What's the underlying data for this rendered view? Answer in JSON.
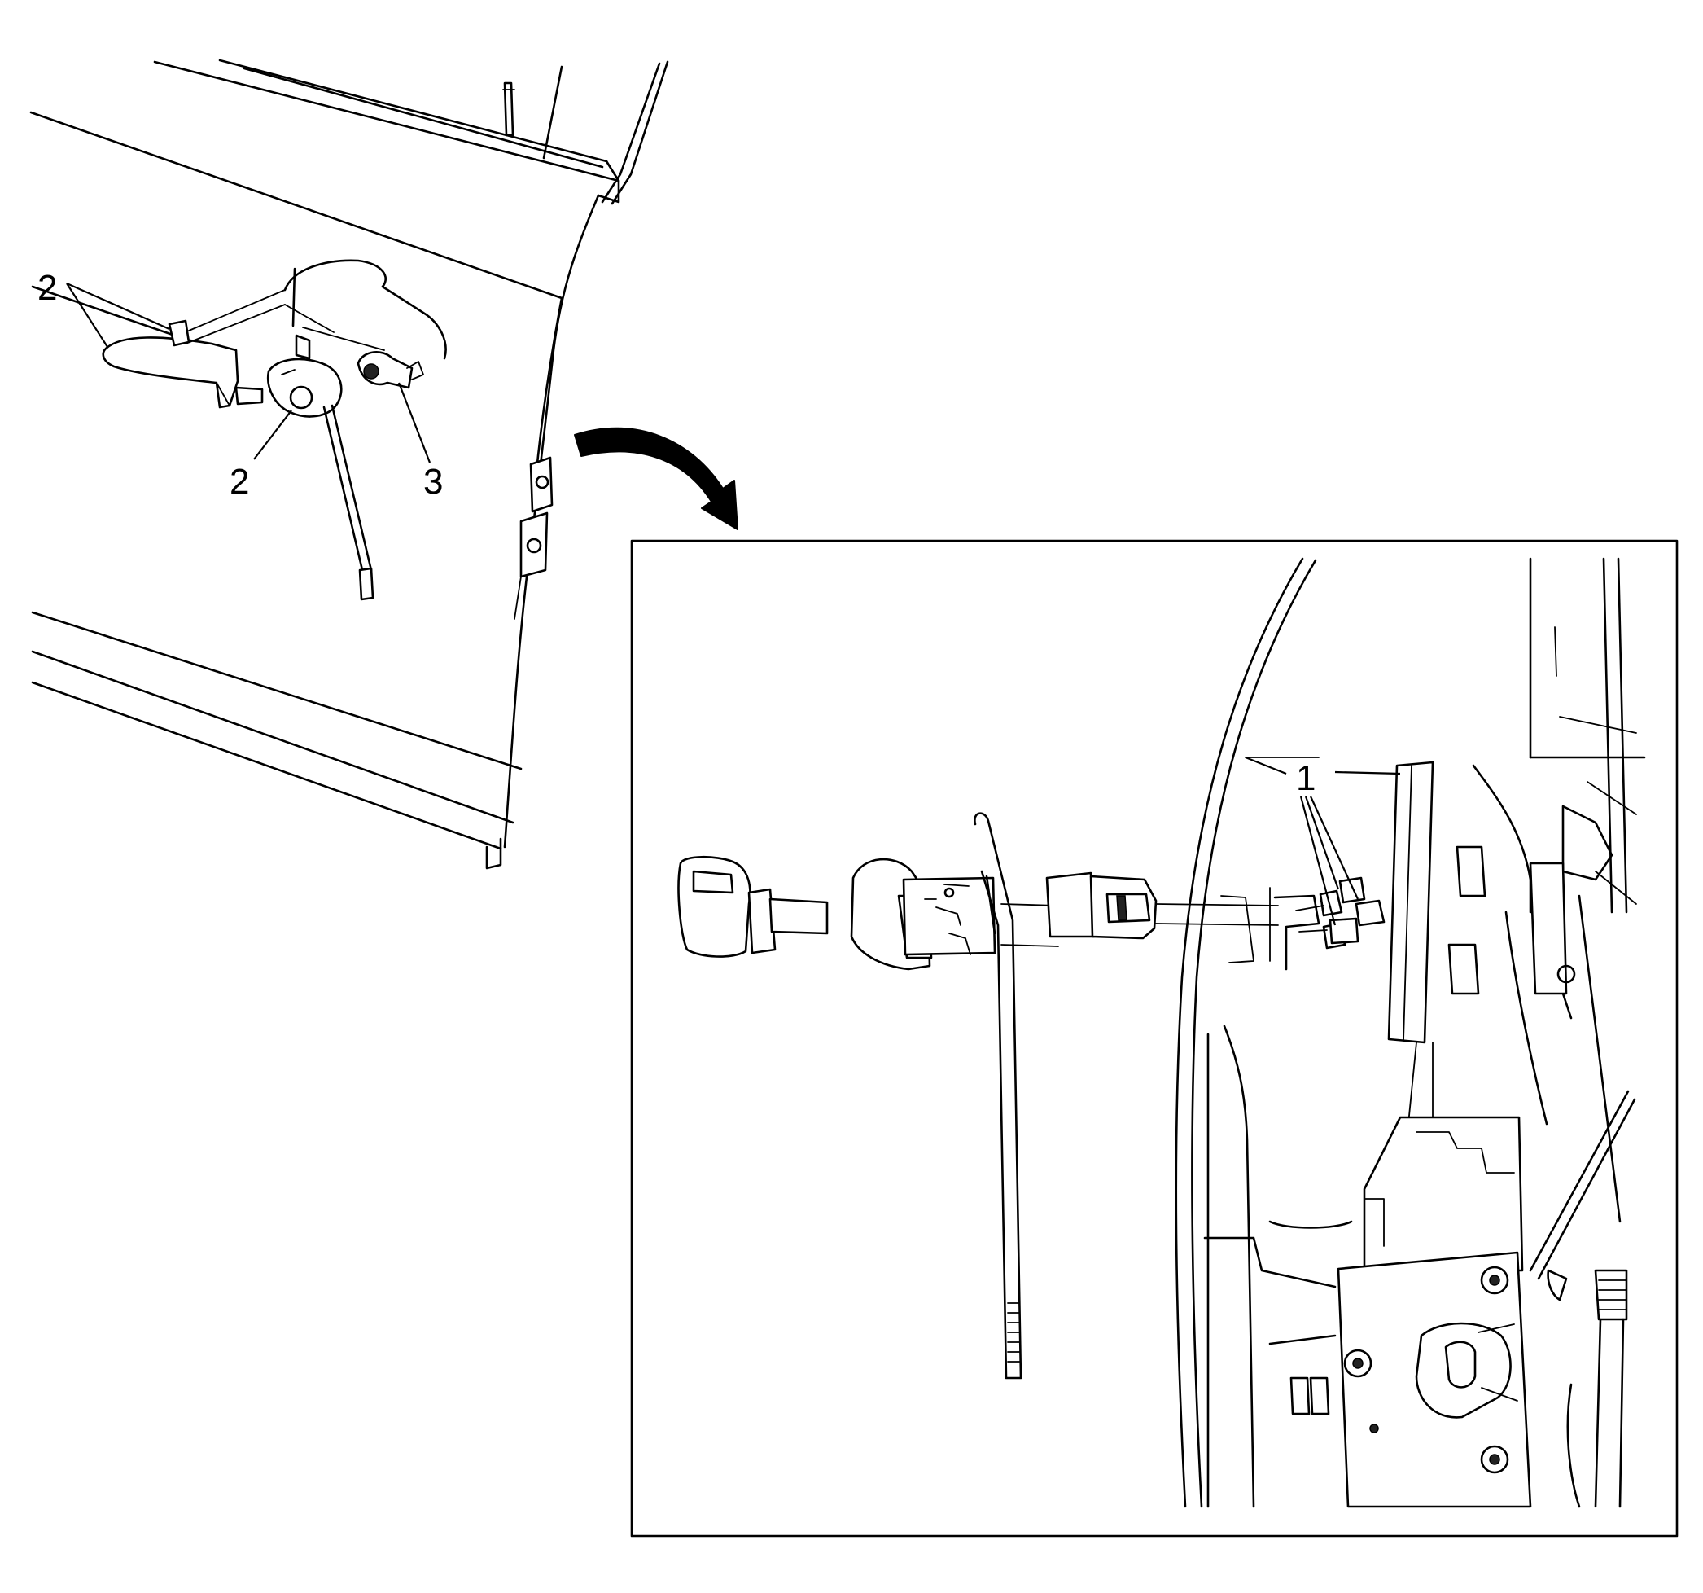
{
  "callouts": {
    "handle_top": "2",
    "handle_bezel": "2",
    "lock_cylinder": "3",
    "bolts": "1"
  },
  "colors": {
    "ink": "#000000",
    "paper": "#ffffff"
  },
  "icons": {
    "transition_arrow": "curved-arrow-icon"
  }
}
